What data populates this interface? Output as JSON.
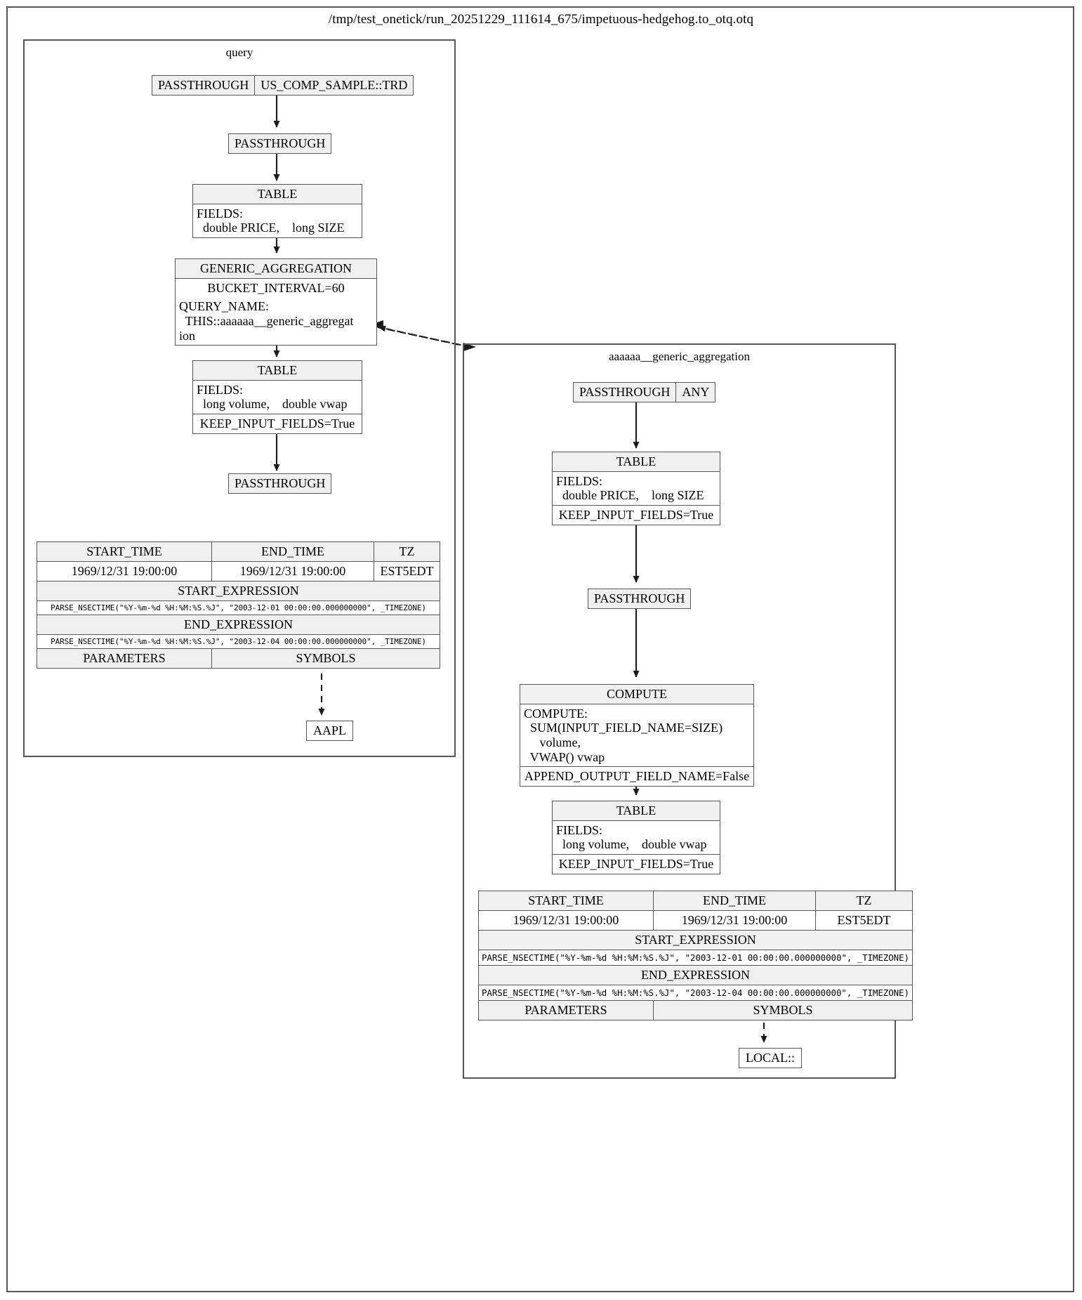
{
  "document": {
    "title": "/tmp/test_onetick/run_20251229_111614_675/impetuous-hedgehog.to_otq.otq"
  },
  "clusters": [
    {
      "id": "query",
      "label": "query"
    },
    {
      "id": "nested",
      "label": "aaaaaa__generic_aggregation"
    }
  ],
  "query_graph": {
    "source_node": {
      "op": "PASSTHROUGH",
      "symbol": "US_COMP_SAMPLE::TRD"
    },
    "passthrough_1": "PASSTHROUGH",
    "table_1": {
      "header": "TABLE",
      "fields_label": "FIELDS:",
      "fields_value": "  double PRICE,    long SIZE"
    },
    "generic_aggregation": {
      "header": "GENERIC_AGGREGATION",
      "bucket_interval": "BUCKET_INTERVAL=60",
      "query_name_label": "QUERY_NAME:",
      "query_name_value": "  THIS::aaaaaa__generic_aggregat\nion"
    },
    "table_2": {
      "header": "TABLE",
      "fields_label": "FIELDS:",
      "fields_value": "  long volume,    double vwap",
      "keep_input_fields": "KEEP_INPUT_FIELDS=True"
    },
    "passthrough_2": "PASSTHROUGH",
    "symbol_node": "AAPL"
  },
  "query_params": {
    "headers": [
      "START_TIME",
      "END_TIME",
      "TZ"
    ],
    "values": [
      "1969/12/31 19:00:00",
      "1969/12/31 19:00:00",
      "EST5EDT"
    ],
    "start_expression_label": "START_EXPRESSION",
    "start_expression": "PARSE_NSECTIME(\"%Y-%m-%d %H:%M:%S.%J\", \"2003-12-01 00:00:00.000000000\", _TIMEZONE)",
    "end_expression_label": "END_EXPRESSION",
    "end_expression": "PARSE_NSECTIME(\"%Y-%m-%d %H:%M:%S.%J\", \"2003-12-04 00:00:00.000000000\", _TIMEZONE)",
    "parameters_label": "PARAMETERS",
    "symbols_label": "SYMBOLS"
  },
  "nested_graph": {
    "source_node": {
      "op": "PASSTHROUGH",
      "symbol": "ANY"
    },
    "table_1": {
      "header": "TABLE",
      "fields_label": "FIELDS:",
      "fields_value": "  double PRICE,    long SIZE",
      "keep_input_fields": "KEEP_INPUT_FIELDS=True"
    },
    "passthrough_1": "PASSTHROUGH",
    "compute": {
      "header": "COMPUTE",
      "compute_label": "COMPUTE:",
      "compute_value": "  SUM(INPUT_FIELD_NAME=SIZE)\n     volume,\n  VWAP() vwap",
      "append_output_field_name": "APPEND_OUTPUT_FIELD_NAME=False"
    },
    "table_2": {
      "header": "TABLE",
      "fields_label": "FIELDS:",
      "fields_value": "  long volume,    double vwap",
      "keep_input_fields": "KEEP_INPUT_FIELDS=True"
    },
    "symbol_node": "LOCAL::"
  },
  "nested_params": {
    "headers": [
      "START_TIME",
      "END_TIME",
      "TZ"
    ],
    "values": [
      "1969/12/31 19:00:00",
      "1969/12/31 19:00:00",
      "EST5EDT"
    ],
    "start_expression_label": "START_EXPRESSION",
    "start_expression": "PARSE_NSECTIME(\"%Y-%m-%d %H:%M:%S.%J\", \"2003-12-01 00:00:00.000000000\", _TIMEZONE)",
    "end_expression_label": "END_EXPRESSION",
    "end_expression": "PARSE_NSECTIME(\"%Y-%m-%d %H:%M:%S.%J\", \"2003-12-04 00:00:00.000000000\", _TIMEZONE)",
    "parameters_label": "PARAMETERS",
    "symbols_label": "SYMBOLS"
  },
  "colors": {
    "border": "#565656",
    "header_fill": "#f0f0f0",
    "background": "#ffffff",
    "edge": "#1a1a1a"
  }
}
